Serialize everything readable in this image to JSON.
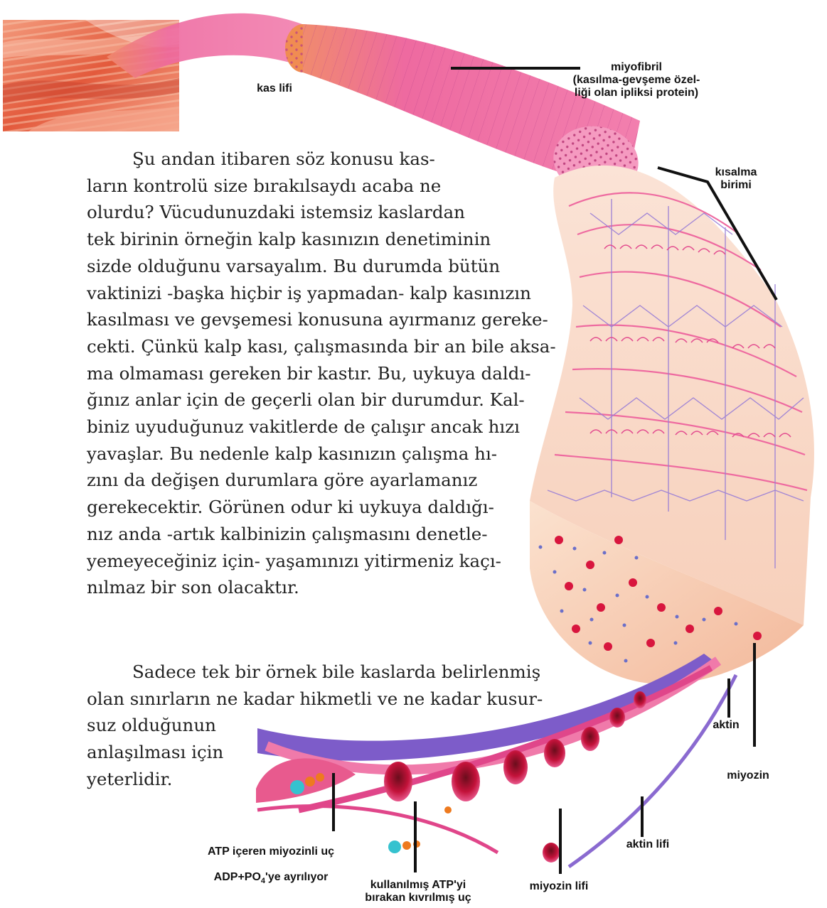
{
  "labels": {
    "kas_lifi": "kas lifi",
    "miyofibril": "miyofibril\n(kasılma-gevşeme özel-\nliği olan iplik​si protein)",
    "kisalma_birimi": "kısalma\nbirimi",
    "aktin": "aktin",
    "miyozin": "miyozin",
    "aktin_lifi": "aktin lifi",
    "miyozin_lifi": "miyozin lifi",
    "atp_uc_line1": "ATP içeren miyozinli uç",
    "atp_uc_line2_pre": "ADP+PO",
    "atp_uc_line2_sub": "4",
    "atp_uc_line2_post": "'ye ayrılıyor",
    "kivrilmis_uc": "kullanılmış ATP'yi\nbırakan kıvrılmış uç"
  },
  "text": {
    "paragraph1": "Şu andan itibaren söz konusu kas-\nların kontrolü size bırakılsaydı acaba ne\nolurdu? Vücudunuzdaki istemsiz kaslardan\ntek birinin örneğin kalp kasınızın denetiminin\nsizde olduğunu varsayalım. Bu durumda bütün\nvaktinizi -başka hiçbir iş yapmadan- kalp kasınızın\nkasılması ve gevşemesi konusuna ayırmanız gereke-\ncekti. Çünkü kalp kası, çalışmasında bir an bile aksa-\nma olmaması gereken bir kastır. Bu, uykuya daldı-\nğınız anlar için de geçerli olan bir durumdur. Kal-\nbiniz uyuduğunuz vakitlerde de çalışır ancak hızı\nyavaşlar. Bu nedenle kalp kasınızın çalışma hı-\nzını da değişen durumlara göre ayarlamanız\ngerekecektir. Görünen odur ki uykuya daldığı-\nnız anda -artık kalbinizin çalışmasını denetle-\nyemeyeceğiniz için- yaşamınızı yitirmeniz kaçı-\nnılmaz bir son olacaktır.",
    "paragraph2": "Sadece tek bir örnek bile kaslarda belirlenmiş\nolan sınırların ne kadar hikmetli ve ne kadar kusur-\nsuz olduğunun\nanlaşılması için\nyeterlidir."
  },
  "colors": {
    "muscle_red": "#e35a3c",
    "fiber_pink": "#ee6aa0",
    "myofibril_pink": "#f07aaa",
    "sarcomere_line": "#9a7fd6",
    "cross_section": "#f6c6a4",
    "cross_dot_red": "#d8163e",
    "cross_dot_blue": "#6b6fc9",
    "actin_purple": "#7d5cc9",
    "myosin_pink": "#e0468a",
    "myosin_head": "#c3123a",
    "atp_orange": "#ee7a1f",
    "atp_cyan": "#35c2cf",
    "leader_line": "#111111"
  }
}
